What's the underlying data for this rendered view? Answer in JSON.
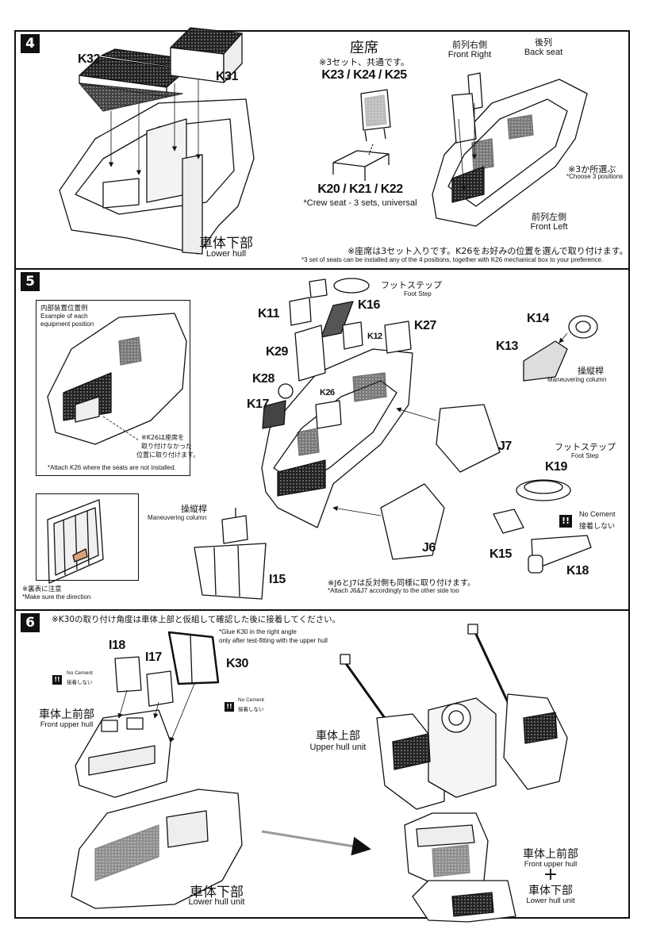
{
  "steps": {
    "s4": {
      "number": "4",
      "parts": {
        "k32": "K32",
        "k31": "K31",
        "seat_back": "K23 / K24 / K25",
        "seat_base": "K20 / K21 / K22"
      },
      "seat_title": "座席",
      "seat_note_jp": "※3セット、共通です。",
      "crew_seat_en": "*Crew seat - 3 sets, universal",
      "front_right_jp": "前列右側",
      "front_right_en": "Front Right",
      "back_seat_jp": "後列",
      "back_seat_en": "Back seat",
      "choose_jp": "※3か所選ぶ",
      "choose_en": "*Choose 3 positions",
      "front_left_jp": "前列左側",
      "front_left_en": "Front Left",
      "lower_hull_jp": "車体下部",
      "lower_hull_en": "Lower hull",
      "footnote_jp": "※座席は3セット入りです。K26をお好みの位置を選んで取り付けます。",
      "footnote_en": "*3 set of seats can be installed any of the 4 positions, together with K26 mechanical box to your preference."
    },
    "s5": {
      "number": "5",
      "inset_title_jp": "内部装置位置例",
      "inset_title_en1": "Example of each",
      "inset_title_en2": "equipment position",
      "k26_note_jp1": "※K26は座席を",
      "k26_note_jp2": "取り付けなかった",
      "k26_note_jp3": "位置に取り付けます。",
      "k26_note_en": "*Attach K26 where the seats are not installed.",
      "back_note_jp": "※裏表に注意",
      "back_note_en": "*Make sure the direction",
      "footstep_jp": "フットステップ",
      "footstep_en": "Foot Step",
      "maneuver_jp": "操縦桿",
      "maneuver_en": "Maneuvering column",
      "no_cement_en": "No Cement",
      "no_cement_jp": "接着しない",
      "nc_icon": "!!",
      "j_note_jp": "※J6とJ7は反対側も同様に取り付けます。",
      "j_note_en": "*Attach J6&J7 accordingly to the other side too",
      "parts": {
        "k11": "K11",
        "k16": "K16",
        "k27": "K27",
        "k12": "K12",
        "k29": "K29",
        "k28": "K28",
        "k26": "K26",
        "k17": "K17",
        "k14": "K14",
        "k13": "K13",
        "j7": "J7",
        "k19": "K19",
        "k15": "K15",
        "k18": "K18",
        "j6": "J6",
        "i15": "I15"
      }
    },
    "s6": {
      "number": "6",
      "top_note_jp": "※K30の取り付け角度は車体上部と仮組して確認した後に接着してください。",
      "glue_note_en1": "*Glue K30 in the right angle",
      "glue_note_en2": "only after test-fitting with the upper hull",
      "parts": {
        "i18": "I18",
        "i17": "I17",
        "k30": "K30"
      },
      "no_cement_en": "No Cement",
      "no_cement_jp": "接着しない",
      "front_upper_jp": "車体上前部",
      "front_upper_en": "Front upper hull",
      "upper_unit_jp": "車体上部",
      "upper_unit_en": "Upper hull unit",
      "lower_unit_jp": "車体下部",
      "lower_unit_en": "Lower hull unit",
      "combo_top_jp": "車体上前部",
      "combo_top_en": "Front upper hull",
      "combo_plus": "+",
      "combo_bottom_jp": "車体下部",
      "combo_bottom_en": "Lower hull unit"
    }
  }
}
